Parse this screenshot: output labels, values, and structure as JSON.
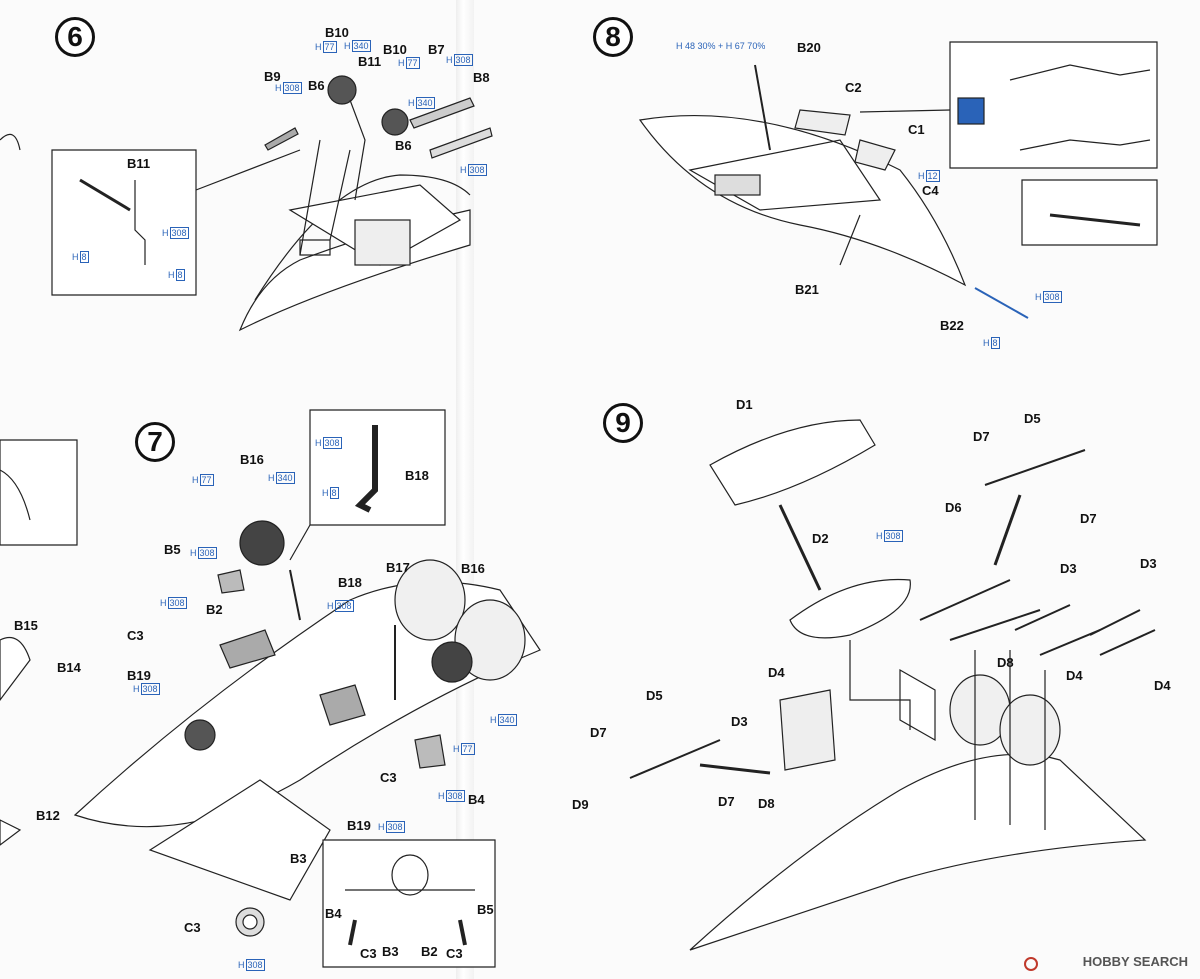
{
  "steps": [
    "6",
    "7",
    "8",
    "9"
  ],
  "parts": {
    "step6": [
      "B10",
      "B10",
      "B11",
      "B7",
      "B8",
      "B9",
      "B6",
      "B6",
      "B11"
    ],
    "step7": [
      "B16",
      "B18",
      "B5",
      "B2",
      "C3",
      "B19",
      "B18",
      "B17",
      "B16",
      "B15",
      "B14",
      "B12",
      "B3",
      "B19",
      "C3",
      "B4",
      "C3"
    ],
    "step7_inset": [
      "B4",
      "C3",
      "B3",
      "B2",
      "C3",
      "B5"
    ],
    "step8": [
      "B20",
      "C2",
      "C1",
      "C4",
      "B21",
      "B22"
    ],
    "step9": [
      "D1",
      "D2",
      "D5",
      "D7",
      "D6",
      "D7",
      "D3",
      "D3",
      "D4",
      "D8",
      "D4",
      "D4",
      "D3",
      "D5",
      "D7",
      "D7",
      "D9",
      "D8"
    ]
  },
  "paint": {
    "h77": "77",
    "h340": "340",
    "h308": "308",
    "h8": "8",
    "h12": "12",
    "mix": "48 30% + H 67 70%",
    "prefix": "H"
  },
  "watermark": "HOBBY SEARCH"
}
